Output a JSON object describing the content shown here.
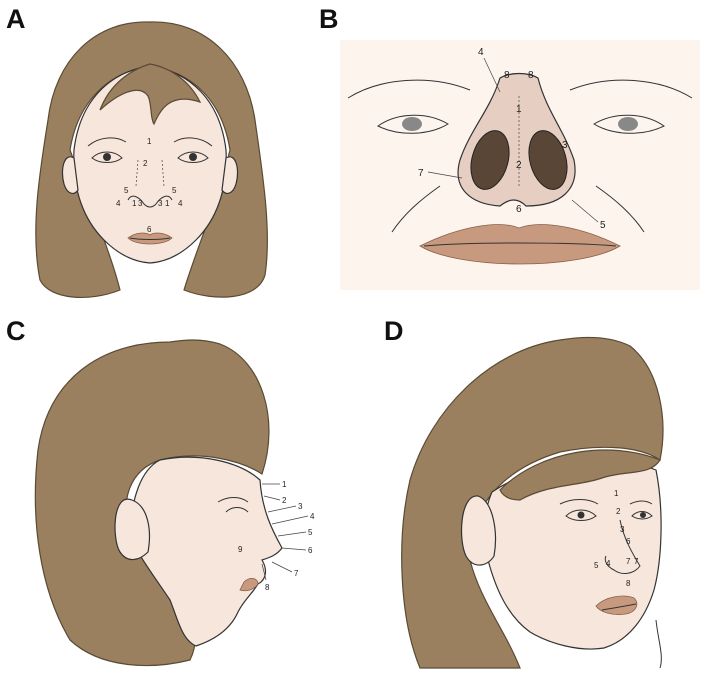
{
  "panels": {
    "a": {
      "letter": "A",
      "labels": [
        "1",
        "2",
        "5",
        "5",
        "4",
        "1",
        "3",
        "3",
        "1",
        "4",
        "6"
      ]
    },
    "b": {
      "letter": "B",
      "labels": [
        "4",
        "8",
        "8",
        "1",
        "3",
        "2",
        "7",
        "6",
        "5"
      ]
    },
    "c": {
      "letter": "C",
      "labels": [
        "1",
        "2",
        "3",
        "4",
        "5",
        "6",
        "7",
        "8",
        "9"
      ]
    },
    "d": {
      "letter": "D",
      "labels": [
        "1",
        "2",
        "3",
        "6",
        "5",
        "4",
        "7",
        "7",
        "8"
      ]
    }
  },
  "colors": {
    "hair": "#9a805e",
    "skin": "#f6e6dc",
    "lips": "#c79a7f"
  }
}
